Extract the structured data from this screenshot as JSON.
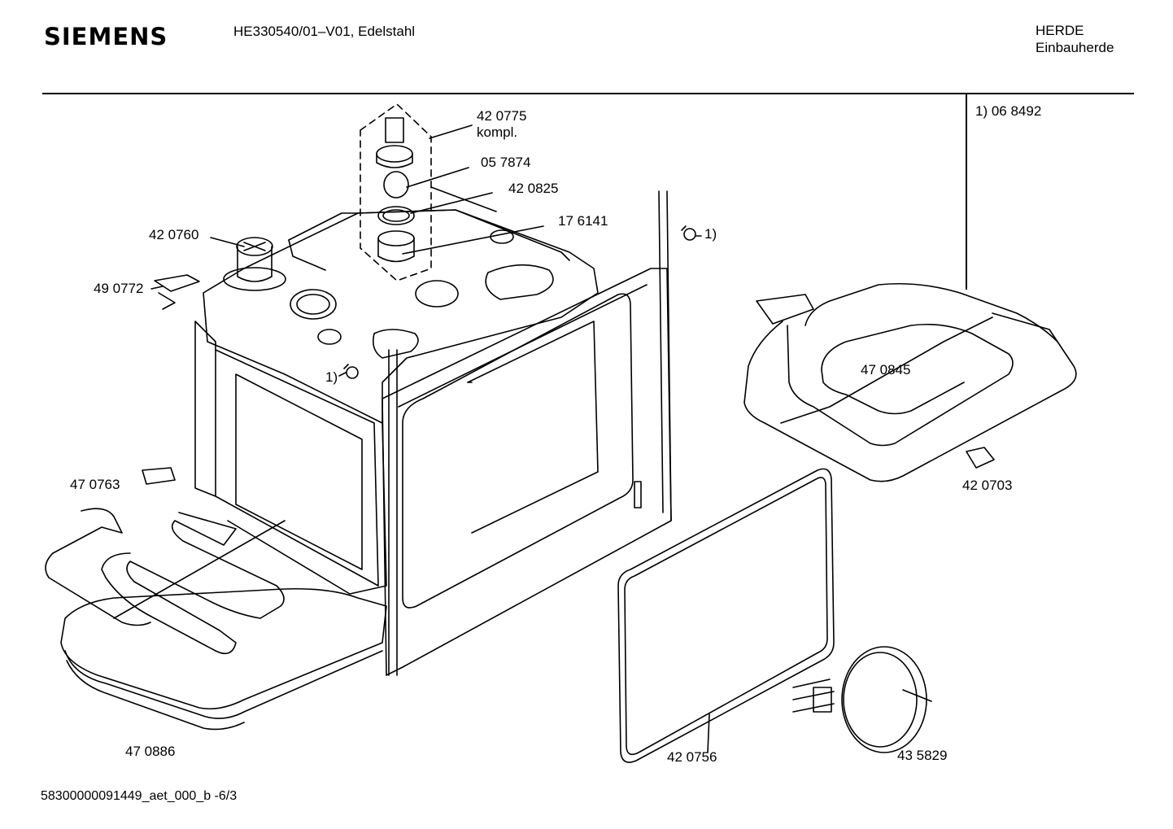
{
  "header": {
    "brand": "SIEMENS",
    "model": "HE330540/01–V01, Edelstahl",
    "category_line1": "HERDE",
    "category_line2": "Einbauherde"
  },
  "note": "1) 06 8492",
  "footer": "58300000091449_aet_000_b   -6/3",
  "parts": {
    "p420775": "42 0775",
    "p420775_sub": "kompl.",
    "p057874": "05 7874",
    "p420825": "42 0825",
    "p176141": "17 6141",
    "p420760": "42 0760",
    "p490772": "49 0772",
    "ref_right": "1)",
    "ref_left": "1)",
    "p470845": "47 0845",
    "p420703": "42 0703",
    "p470763": "47 0763",
    "p470886": "47 0886",
    "p420756": "42 0756",
    "p435829": "43 5829"
  }
}
